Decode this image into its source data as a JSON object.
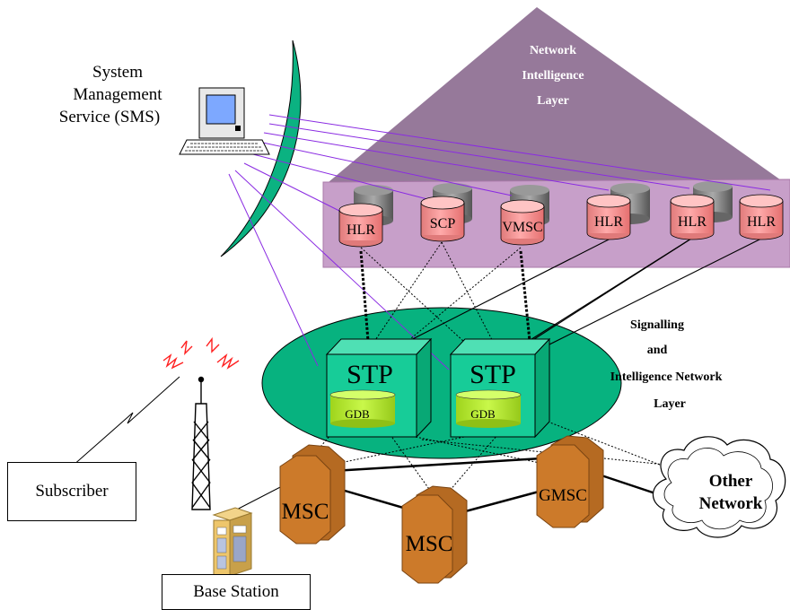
{
  "sms": {
    "line1": "System",
    "line2": "Management",
    "line3": "Service  (SMS)"
  },
  "nil": {
    "line1": "Network",
    "line2": "Intelligence",
    "line3": "Layer"
  },
  "databases": [
    {
      "label": "HLR"
    },
    {
      "label": "SCP"
    },
    {
      "label": "VMSC"
    },
    {
      "label": "HLR"
    },
    {
      "label": "HLR"
    },
    {
      "label": "HLR"
    }
  ],
  "stp": [
    {
      "label": "STP",
      "db_label": "GDB"
    },
    {
      "label": "STP",
      "db_label": "GDB"
    }
  ],
  "sinl": {
    "line1": "Signalling",
    "line2": "and",
    "line3": "Intelligence Network",
    "line4": "Layer"
  },
  "switches": [
    {
      "label": "MSC"
    },
    {
      "label": "MSC"
    },
    {
      "label": "GMSC"
    }
  ],
  "other_network": {
    "line1": "Other",
    "line2": "Network"
  },
  "subscriber": "Subscriber",
  "base_station": "Base Station",
  "colors": {
    "triangle": "#96799a",
    "layer_band": "#c79fc9",
    "db_fill": "#ff9b9b",
    "ellipse": "#07b27f",
    "stp_front": "#17cc98",
    "gdb": "#b9ef2e",
    "msc": "#cc7a2a",
    "purple_line": "#8a2be2"
  }
}
